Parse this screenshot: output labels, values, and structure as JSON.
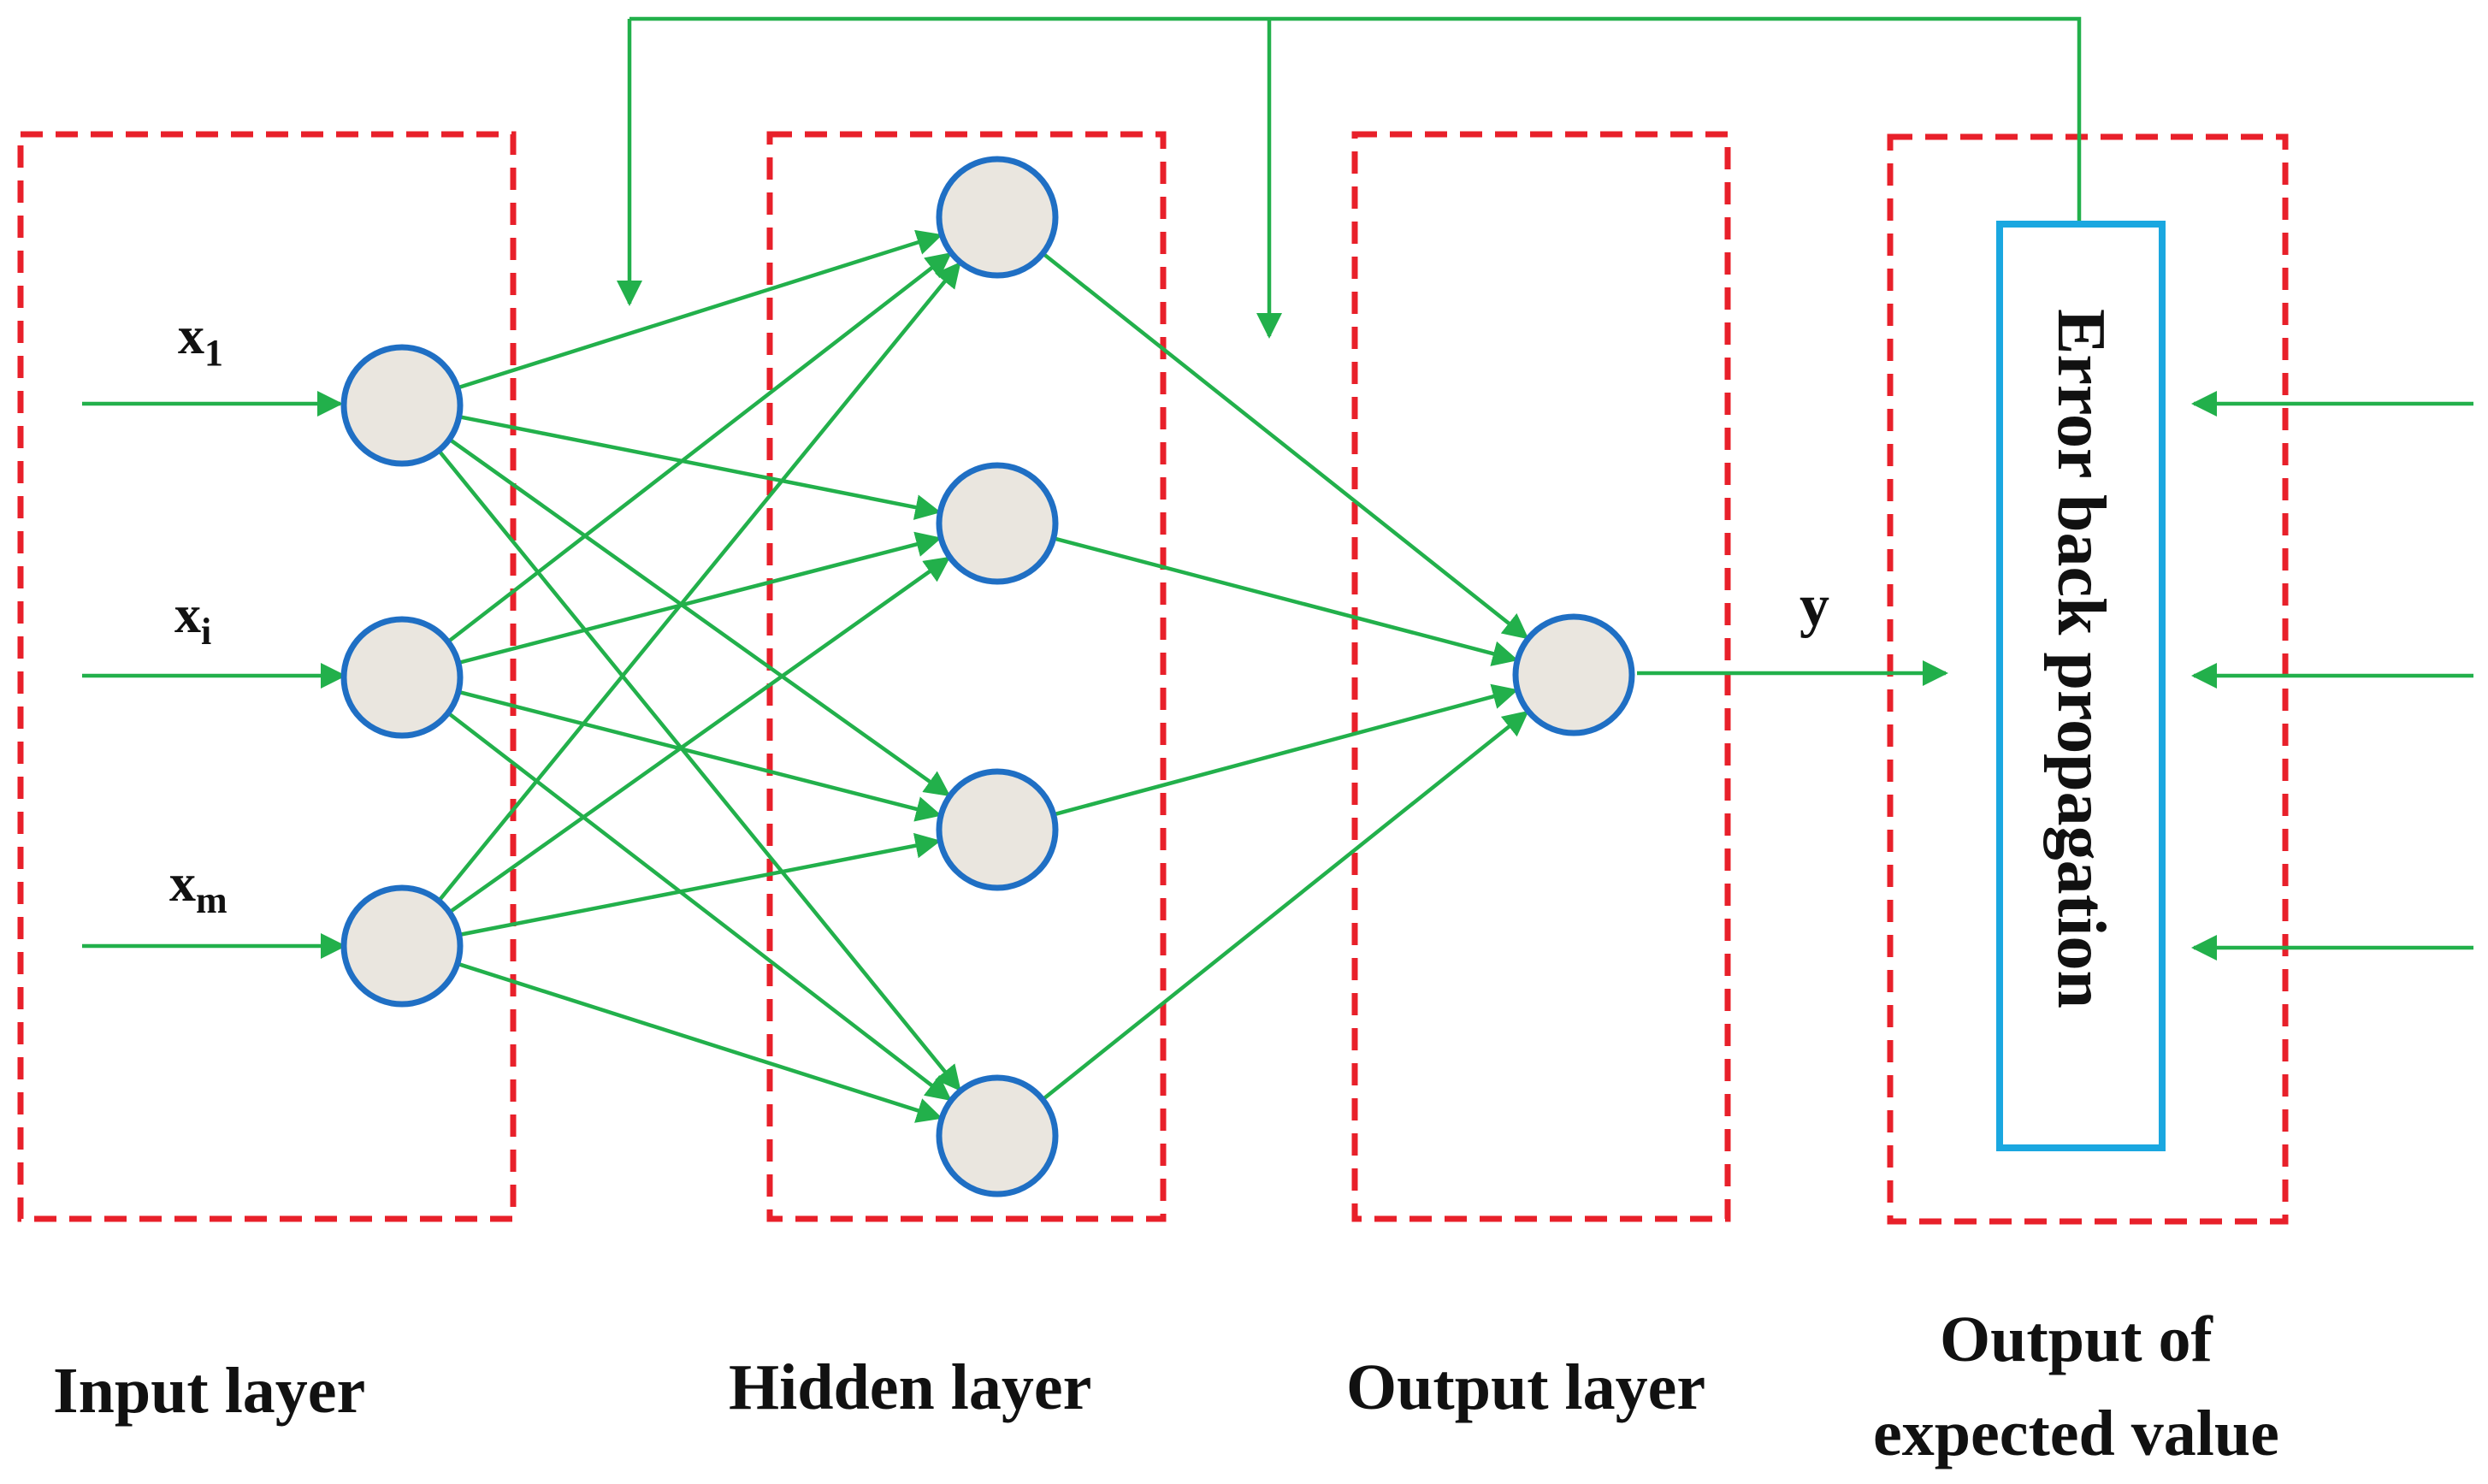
{
  "inputs": [
    {
      "name": "x",
      "subscript": "1"
    },
    {
      "name": "x",
      "subscript": "i"
    },
    {
      "name": "x",
      "subscript": "m"
    }
  ],
  "output_variable": "y",
  "error_box_label": "Error back propagation",
  "layer_labels": {
    "input": "Input layer",
    "hidden": "Hidden layer",
    "output": "Output layer",
    "expected_line1": "Output of",
    "expected_line2": "expected value"
  },
  "colors": {
    "frame": "#e8202a",
    "connection": "#22b04b",
    "neuron_fill": "#eae6df",
    "neuron_stroke": "#1f6fc4",
    "error_box_stroke": "#1aa7e0",
    "text": "#111111"
  }
}
